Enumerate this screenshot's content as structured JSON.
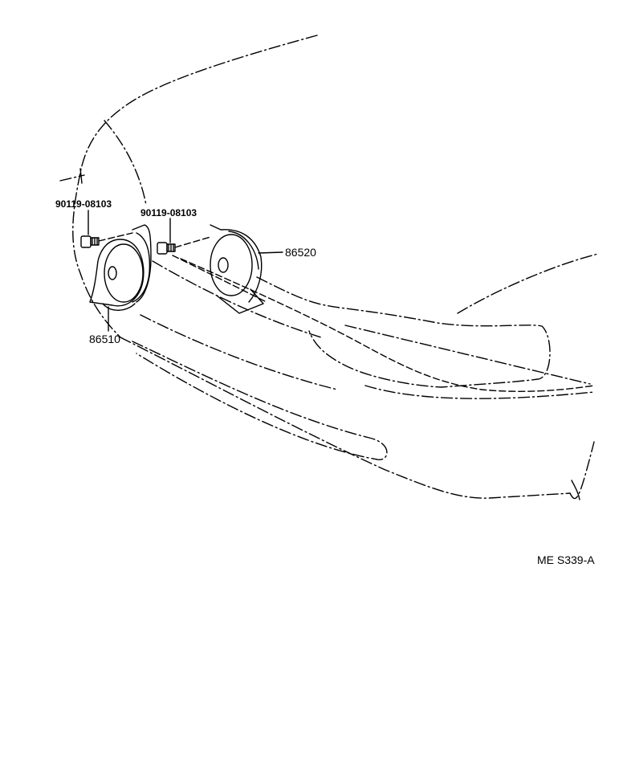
{
  "parts": {
    "bolt_left": "90119-08103",
    "bolt_right": "90119-08103",
    "horn_high": "86520",
    "horn_low": "86510"
  },
  "figure_code": "ME S339-A"
}
